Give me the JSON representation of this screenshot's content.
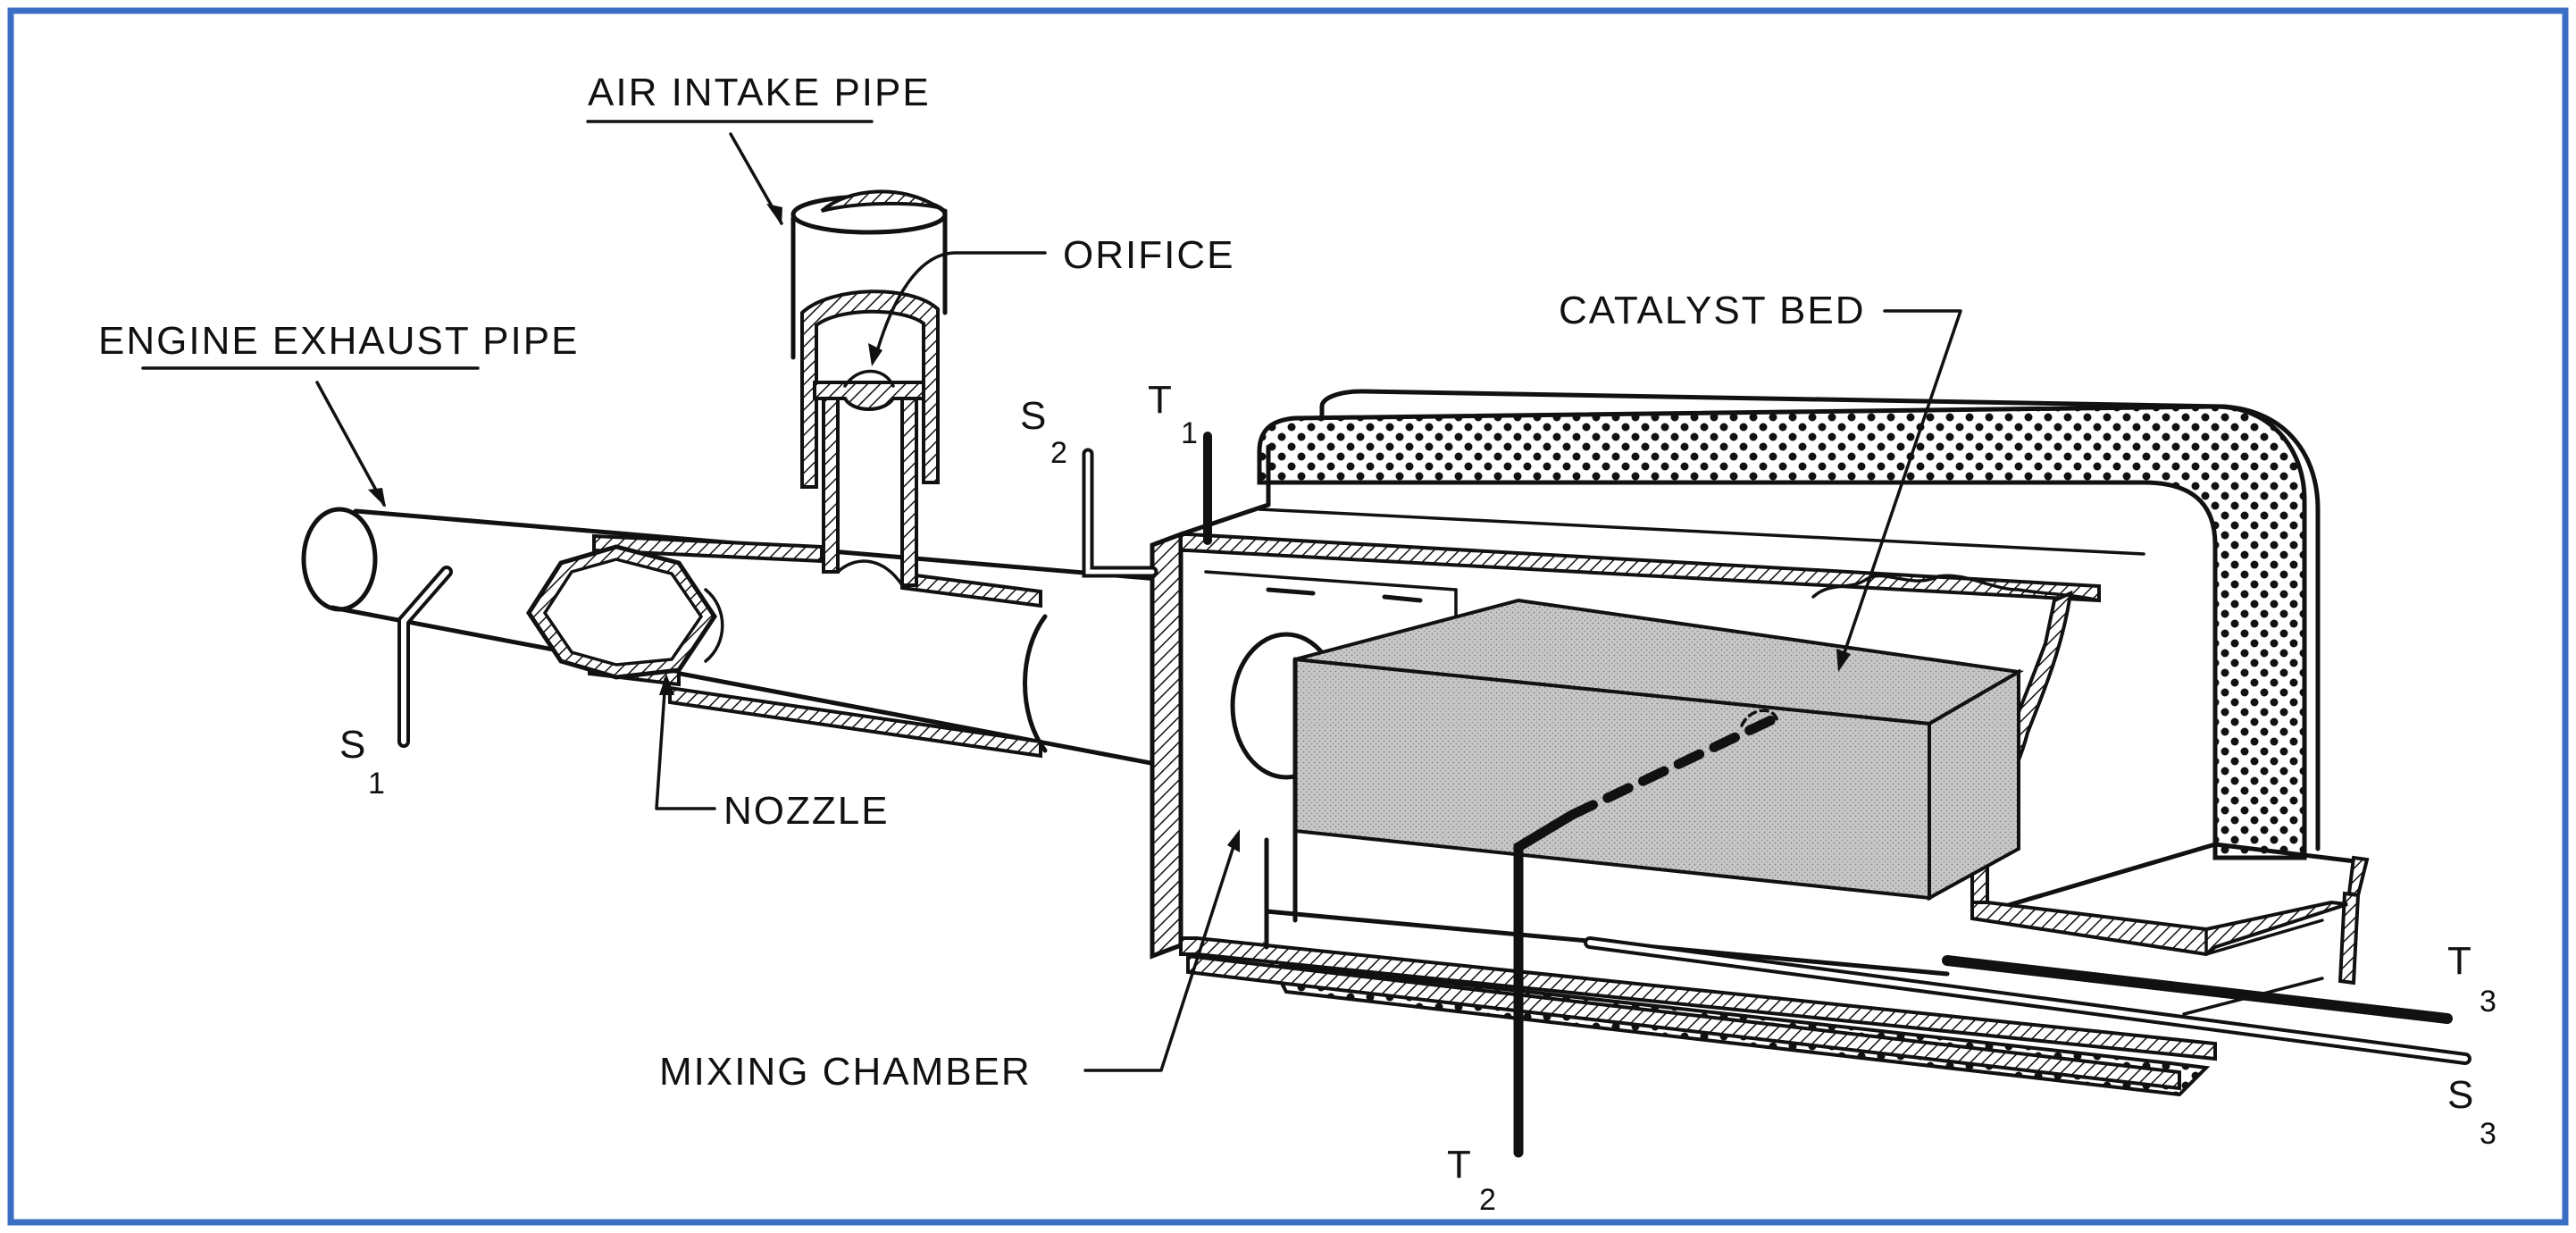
{
  "colors": {
    "border": "#3a6fc4",
    "ink": "#111111",
    "catalyst_fill": "#c9c9c9",
    "background": "#ffffff"
  },
  "labels": {
    "air_intake_pipe": "AIR INTAKE PIPE",
    "orifice": "ORIFICE",
    "engine_exhaust_pipe": "ENGINE EXHAUST PIPE",
    "catalyst_bed": "CATALYST BED",
    "nozzle": "NOZZLE",
    "mixing_chamber": "MIXING CHAMBER"
  },
  "probes": {
    "s1": {
      "letter": "S",
      "index": "1"
    },
    "s2": {
      "letter": "S",
      "index": "2"
    },
    "s3": {
      "letter": "S",
      "index": "3"
    },
    "t1": {
      "letter": "T",
      "index": "1"
    },
    "t2": {
      "letter": "T",
      "index": "2"
    },
    "t3": {
      "letter": "T",
      "index": "3"
    }
  }
}
